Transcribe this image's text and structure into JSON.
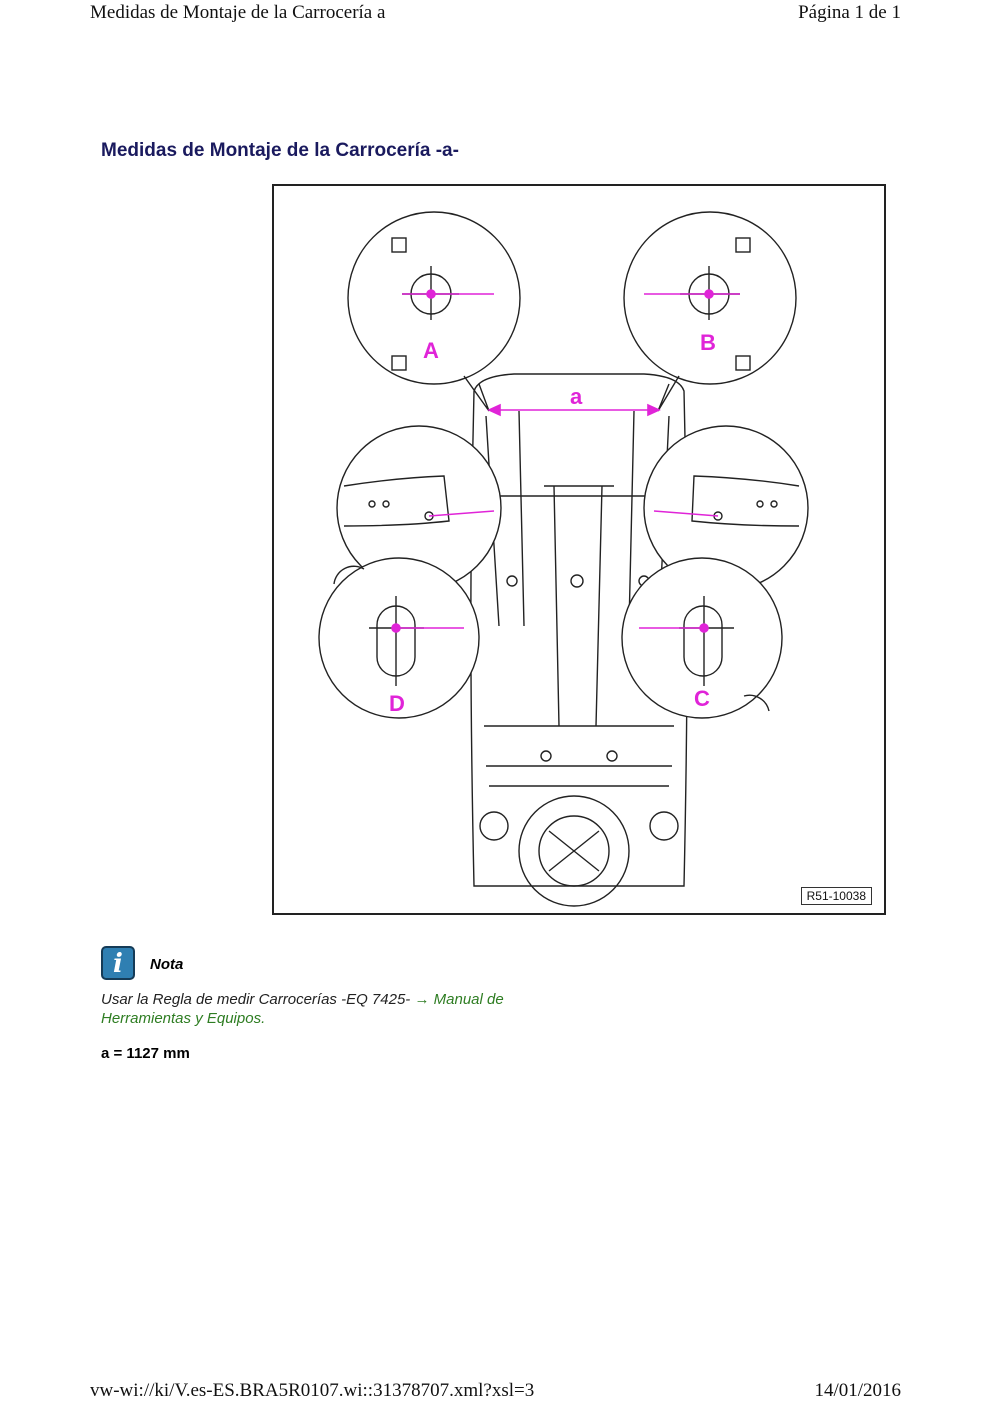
{
  "header": {
    "left": "Medidas de Montaje de la Carrocería a",
    "right": "Página 1 de 1"
  },
  "title": "Medidas de Montaje de la Carrocería -a-",
  "figure": {
    "code": "R51-10038",
    "labels": {
      "a": "a",
      "A": "A",
      "B": "B",
      "C": "C",
      "D": "D"
    },
    "accent_color": "#e024d8"
  },
  "note": {
    "label": "Nota",
    "text": "Usar la Regla de medir Carrocerías -EQ 7425-",
    "link": "→ Manual de Herramientas y Equipos."
  },
  "measurement": "a = 1127 mm",
  "footer": {
    "left": "vw-wi://ki/V.es-ES.BRA5R0107.wi::31378707.xml?xsl=3",
    "right": "14/01/2016"
  }
}
